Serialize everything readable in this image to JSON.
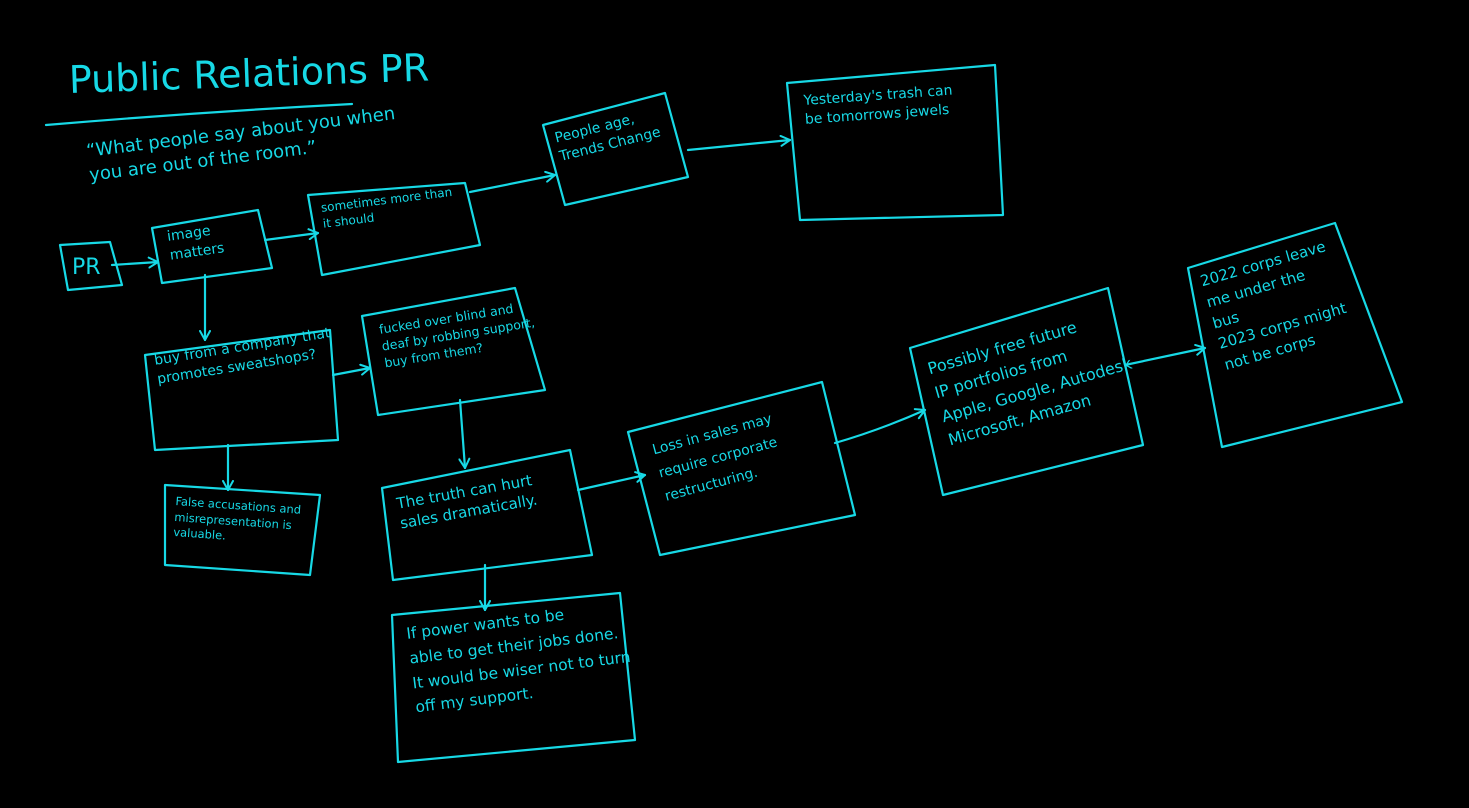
{
  "title": "Public Relations PR",
  "quote": "“What people say about you when\nyou are out of the room.”",
  "nodes": {
    "pr": "PR",
    "image": "image\nmatters",
    "sometimes": "sometimes more than\nit should",
    "age": "People age,\nTrends Change",
    "yesterday": "Yesterday's trash can\nbe tomorrows jewels",
    "sweatshops": "buy from a company that\npromotes sweatshops?",
    "fucked": "fucked over blind and\ndeaf by robbing support,\nbuy from them?",
    "false": "False accusations and\nmisrepresentation is\nvaluable.",
    "truth": "The truth can hurt\nsales dramatically.",
    "power": "If power wants to be\nable to get their jobs done.\nIt would be wiser not to turn\noff my support.",
    "loss": "Loss in sales may\nrequire corporate\nrestructuring.",
    "possibly": "Possibly free future\nIP portfolios from\nApple, Google, Autodesk\nMicrosoft, Amazon",
    "corps": "2022 corps leave\nme under the\nbus\n2023 corps might\nnot be corps"
  },
  "colors": {
    "ink": "#17d9e6",
    "background": "#000000"
  }
}
